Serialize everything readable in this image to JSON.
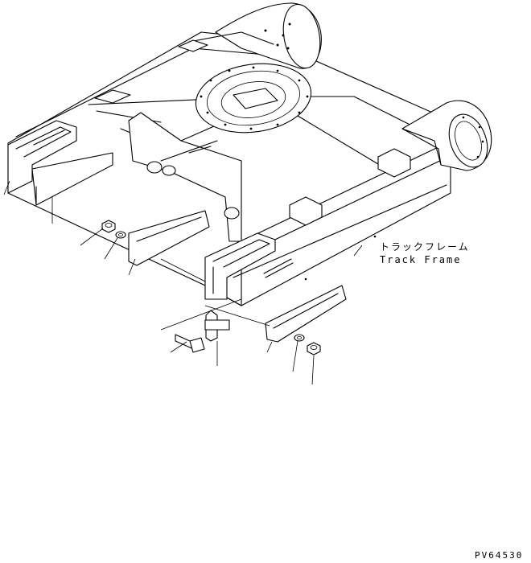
{
  "labels": {
    "part_name_jp": "トラックフレーム",
    "part_name_en": "Track Frame",
    "drawing_code": "PV64530"
  },
  "colors": {
    "line": "#000000",
    "background": "#ffffff"
  }
}
